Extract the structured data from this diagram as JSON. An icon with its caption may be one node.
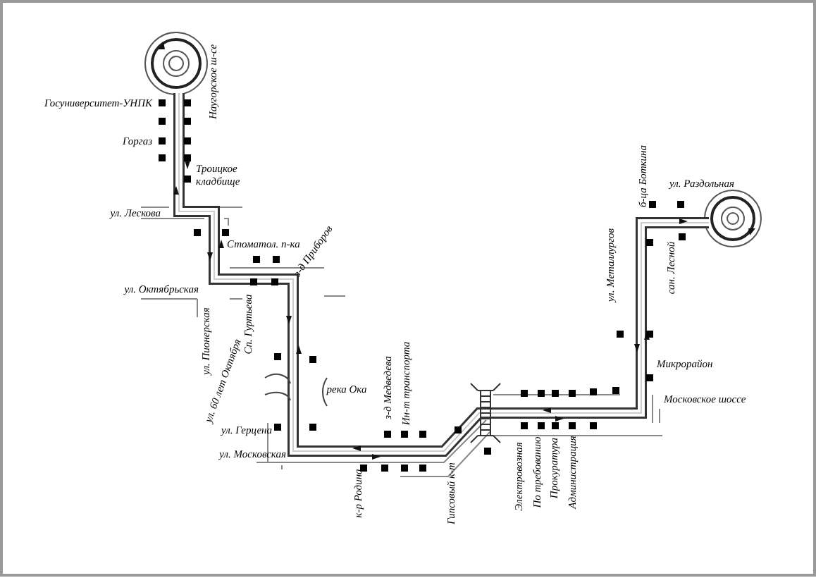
{
  "diagram": {
    "labels": [
      "Госуниверситет-УНПК",
      "Горгаз",
      "Наугорское ш-се",
      "Троицкое кладбище",
      "ул. Лескова",
      "Стоматол. п-ка",
      "з-д Приборов",
      "ул. Октябрьская",
      "ул. Пионерская",
      "Сп. Гуртьева",
      "ул. 60 лет Октября",
      "река Ока",
      "ул. Герцена",
      "ул. Московская",
      "з-д Медведева",
      "Ин-т транспорта",
      "к-р Родина",
      "Гипсовый к-т",
      "Электровозная",
      "По требованию",
      "Прокуратура",
      "Администрация",
      "б-ца Боткина",
      "ул. Раздольная",
      "ул. Металлургов",
      "сан. Лесной",
      "Микрорайон",
      "Московское шоссе"
    ]
  }
}
